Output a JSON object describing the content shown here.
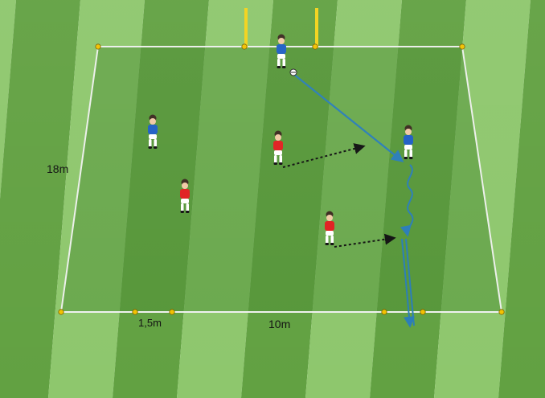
{
  "diagram": {
    "labels": {
      "height": "18m",
      "gate_width": "1,5m",
      "width": "10m"
    },
    "teams": {
      "blue": {
        "name": "",
        "shirt": "#1f5fc4",
        "shorts": "#ffffff",
        "count": 3
      },
      "red": {
        "name": "",
        "shirt": "#e02020",
        "shorts": "#ffffff",
        "count": 3
      }
    },
    "colors": {
      "pitch_light": "#8cc66a",
      "pitch_dark": "#5f9f3e",
      "area": "#4f8f34",
      "line": "#f2f2f2",
      "cone": "#f2c200",
      "goal": "#f3d21a",
      "pass_arrow": "#2a7db8",
      "run_arrow": "#111111"
    },
    "icons": [
      "goal-icon",
      "cone-icon",
      "ball-icon",
      "player-icon",
      "arrow-icon"
    ]
  }
}
